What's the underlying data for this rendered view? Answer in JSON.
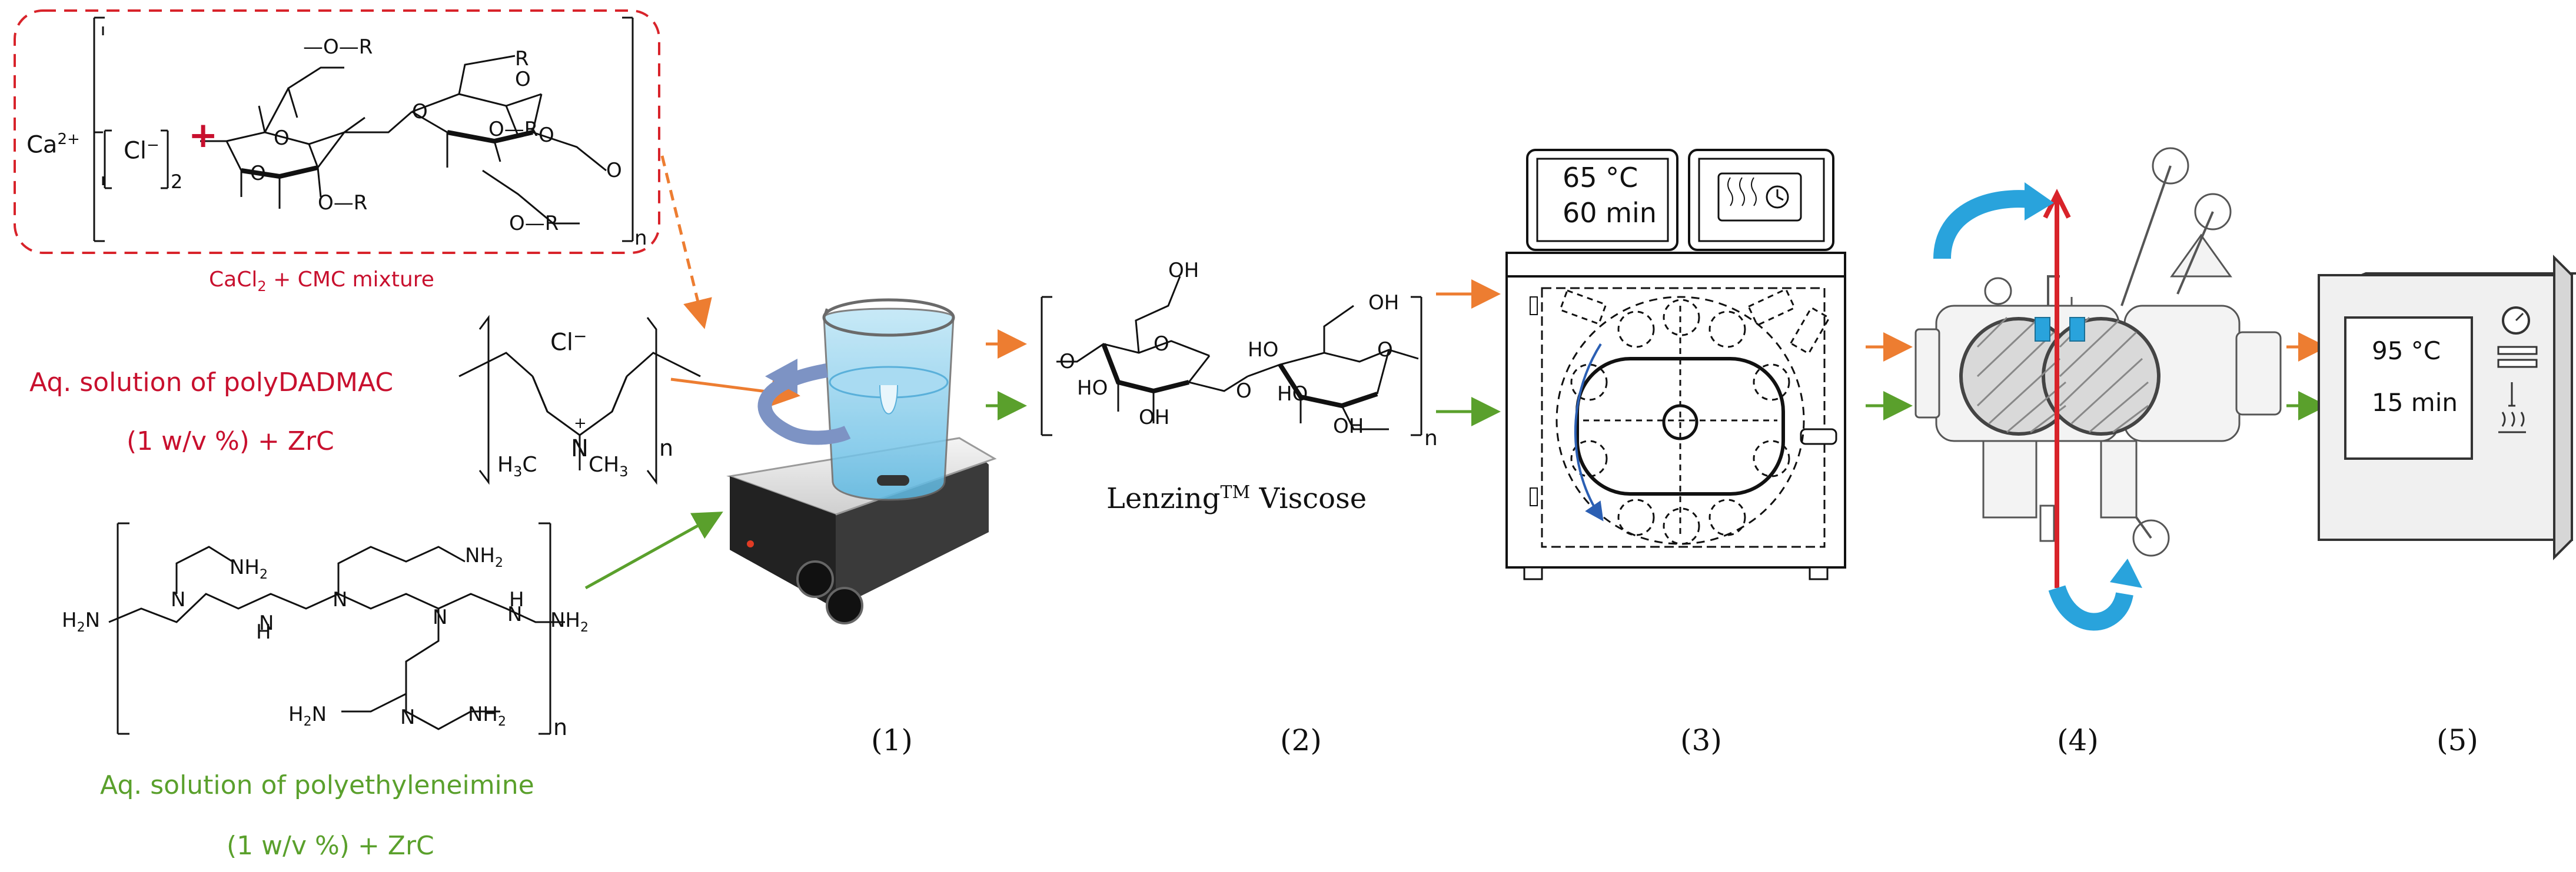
{
  "cmc_box": {
    "cation": "Ca",
    "cation_charge": "2+",
    "anion": "Cl",
    "anion_charge": "−",
    "subscript": "2",
    "plus": "+",
    "caption_a": "CaCl",
    "caption_sub": "2",
    "caption_b": " + CMC mixture",
    "repeat_n": "n"
  },
  "polydadmac": {
    "label_line1": "Aq. solution of polyDADMAC",
    "label_line2": "(1 w/v %) + ZrC",
    "counterion": "Cl",
    "counterion_charge": "−",
    "repeat_n": "n"
  },
  "pei": {
    "label_line1": "Aq. solution of polyethyleneimine",
    "label_line2": "(1 w/v %) + ZrC",
    "repeat_n": "n"
  },
  "viscose": {
    "label": "Lenzing",
    "trademark": "TM",
    "label_suffix": " Viscose",
    "repeat_n": "n"
  },
  "dyeing_machine": {
    "temperature": "65 °C",
    "time": "60 min"
  },
  "oven": {
    "temperature": "95 °C",
    "time": "15 min"
  },
  "steps": [
    "(1)",
    "(2)",
    "(3)",
    "(4)",
    "(5)"
  ],
  "colors": {
    "red": "#c8102e",
    "green": "#5aa02c",
    "orange": "#ed7d31",
    "blue": "#29a3dc"
  }
}
